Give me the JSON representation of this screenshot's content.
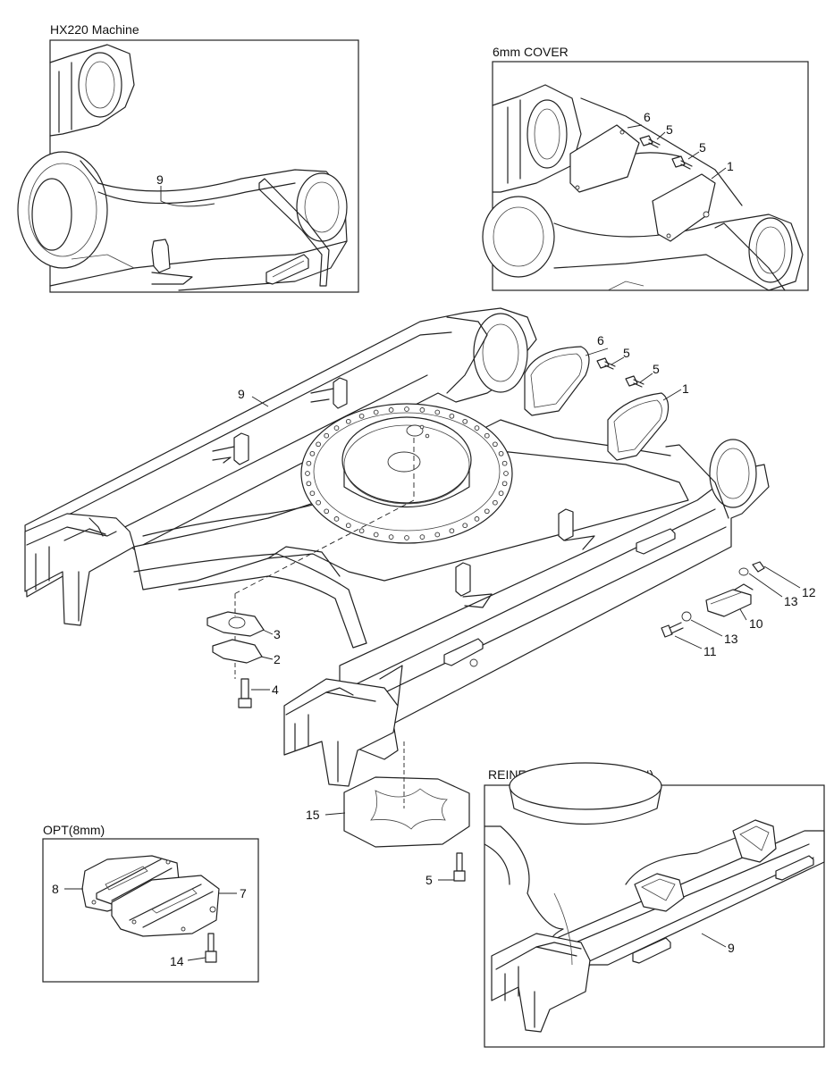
{
  "panels": {
    "hx220": {
      "title": "HX220 Machine"
    },
    "cover6": {
      "title": "6mm COVER"
    },
    "opt8": {
      "title": "OPT(8mm)"
    },
    "reinforcement": {
      "title": "REINFORCEMENT(OPTION)"
    }
  },
  "callouts": {
    "hx220_9": "9",
    "cover_6": "6",
    "cover_5a": "5",
    "cover_5b": "5",
    "cover_1": "1",
    "main_6": "6",
    "main_5a": "5",
    "main_5b": "5",
    "main_1": "1",
    "main_9": "9",
    "main_3": "3",
    "main_2": "2",
    "main_4": "4",
    "main_12": "12",
    "main_13a": "13",
    "main_10": "10",
    "main_13b": "13",
    "main_11": "11",
    "main_15": "15",
    "main_5c": "5",
    "opt_8": "8",
    "opt_7": "7",
    "opt_14": "14",
    "reinf_9": "9"
  }
}
